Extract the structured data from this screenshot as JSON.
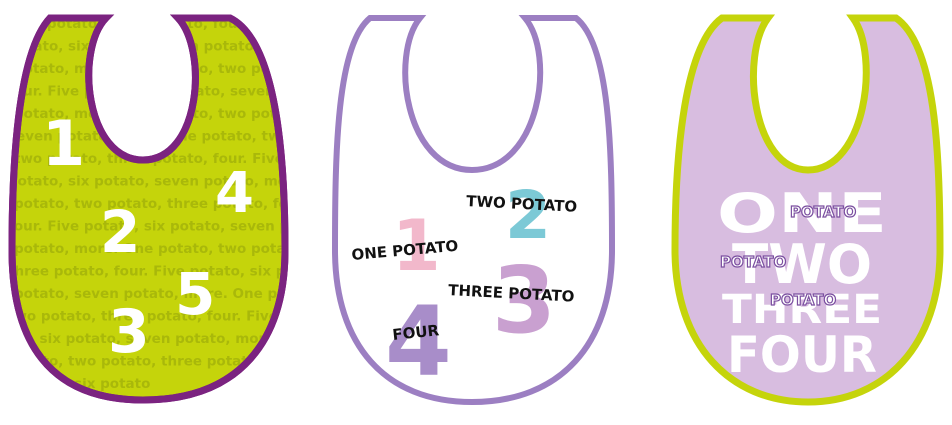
{
  "colors": {
    "lime": "#c5d40b",
    "purple_dark": "#7b2380",
    "purple_mid": "#9c7fc2",
    "lavender": "#d8bde0",
    "pink": "#f2b8cb",
    "teal": "#7cc9d6",
    "mauve": "#c9a0d0",
    "white": "#ffffff",
    "black": "#111111"
  },
  "bib1": {
    "pattern_lines": [
      "two potato, three potato, four. Five potato",
      "potato, six potato, seven potato, more. One",
      "potato, more. One potato, two potato, three",
      "four. Five potato, six potato, seven potato",
      "potato, more. One potato, two potato, three",
      "seven potato, more. One potato, two potato",
      "two potato, three potato, four. Five potato",
      "potato, six potato, seven potato, more. One",
      "potato, two potato, three potato, four. Five",
      "four. Five potato, six potato, seven potato",
      "potato, more. One potato, two potato, three",
      "three potato, four. Five potato, six potato",
      "potato, seven potato, more. One potato, two",
      "two potato, three potato, four. Five potato",
      "to, six potato, seven potato, more. One",
      "potato, two potato, three potato, four.",
      "potato. six potato"
    ],
    "numbers": [
      "1",
      "2",
      "3",
      "4",
      "5"
    ]
  },
  "bib2": {
    "numbers": [
      "1",
      "2",
      "3",
      "4"
    ],
    "phrases": {
      "one": "ONE POTATO",
      "two": "TWO POTATO",
      "three": "THREE POTATO",
      "four": "FOUR"
    }
  },
  "bib3": {
    "words": [
      "ONE",
      "TWO",
      "THREE",
      "FOUR"
    ],
    "potato": "POTATO"
  }
}
